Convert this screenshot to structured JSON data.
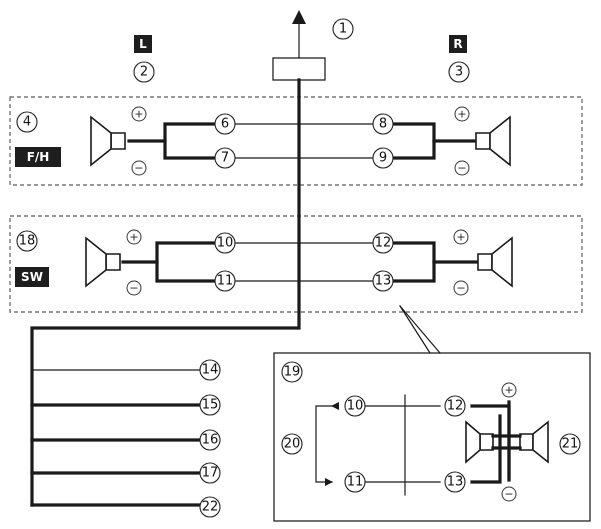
{
  "labels": {
    "n1": "1",
    "n2": "2",
    "n3": "3",
    "n4": "4",
    "n6": "6",
    "n7": "7",
    "n8": "8",
    "n9": "9",
    "n10": "10",
    "n11": "11",
    "n12": "12",
    "n13": "13",
    "n14": "14",
    "n15": "15",
    "n16": "16",
    "n17": "17",
    "n18": "18",
    "n19": "19",
    "n20": "20",
    "n21": "21",
    "n22": "22"
  },
  "badges": {
    "left": "L",
    "right": "R",
    "front": "F/H",
    "subwoofer": "SW"
  },
  "polarity": {
    "plus": "+",
    "minus": "−"
  },
  "colors": {
    "line": "#1a1a1a",
    "dash": "#777777",
    "badge_fill": "#1e1e1e",
    "badge_text": "#ffffff"
  },
  "icons": [
    "up-arrow-icon",
    "connector-icon",
    "speaker-icon"
  ]
}
